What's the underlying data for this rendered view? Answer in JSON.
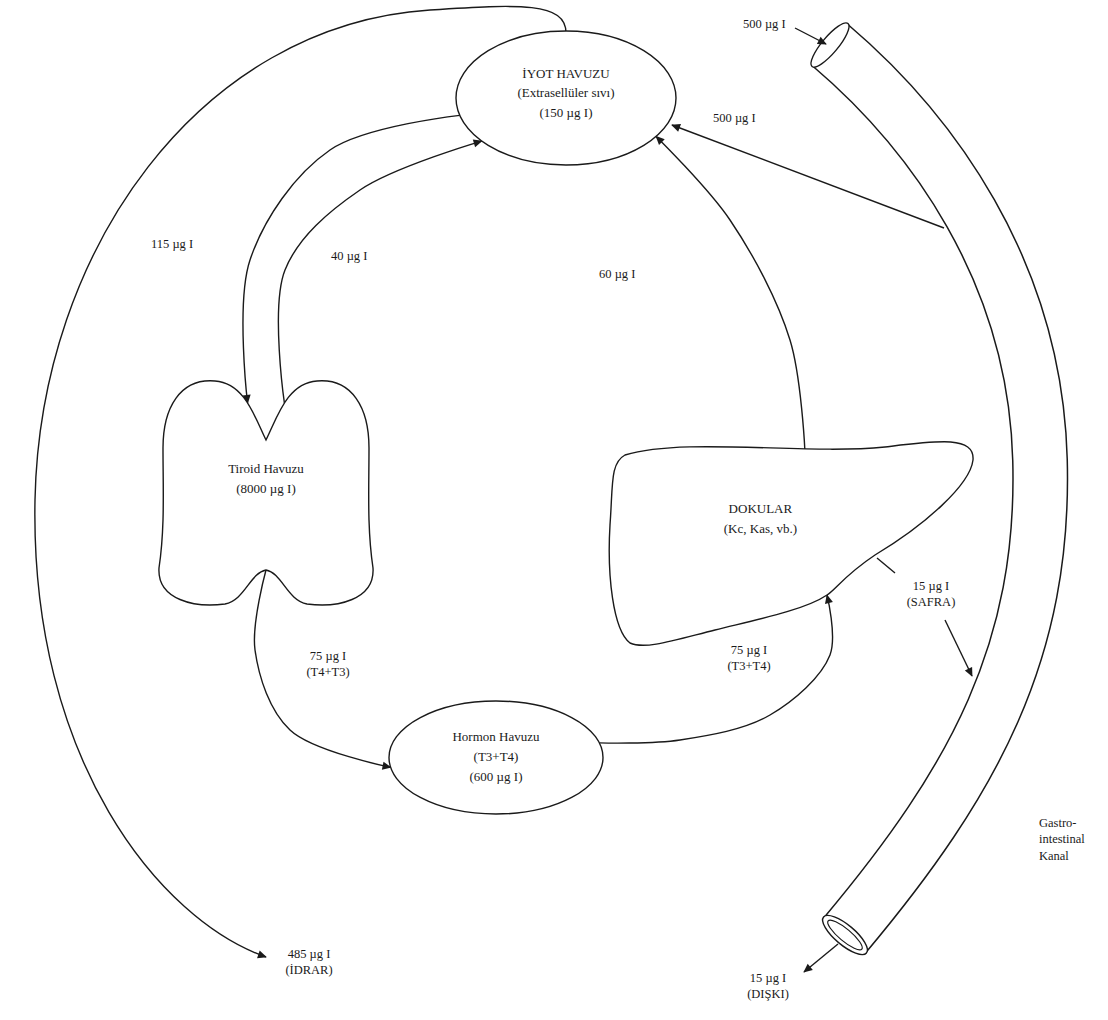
{
  "diagram": {
    "nodes": [
      {
        "text": [
          "İYOT HAVUZU",
          "(Extrasellüler sıvı)",
          "(150 µg I)"
        ]
      },
      {
        "text": [
          "Tiroid Havuzu",
          "(8000 µg I)"
        ]
      },
      {
        "text": [
          "DOKULAR",
          "(Kc, Kas, vb.)"
        ]
      },
      {
        "text": [
          "Hormon Havuzu",
          "(T3+T4)",
          "(600 µg I)"
        ]
      }
    ],
    "edges": [
      {
        "from": 0,
        "to": 1,
        "arrow": "to",
        "label": "115 µg I"
      },
      {
        "from": 1,
        "to": 0,
        "arrow": "to",
        "label": "40 µg I"
      },
      {
        "from": 1,
        "to": 3,
        "arrow": "to",
        "label": "75 µg I (T4+T3)"
      },
      {
        "from": 3,
        "to": 2,
        "arrow": "to",
        "label": "75 µg I (T3+T4)"
      },
      {
        "from": 2,
        "to": 0,
        "arrow": "to",
        "label": "60 µg I"
      }
    ],
    "labels": [
      "500 µg I",
      "500 µg I",
      "15 µg I (SAFRA)",
      "485 µg I (İDRAR)",
      "15 µg I (DIŞKI)",
      "Gastro- intestinal Kanal"
    ]
  }
}
